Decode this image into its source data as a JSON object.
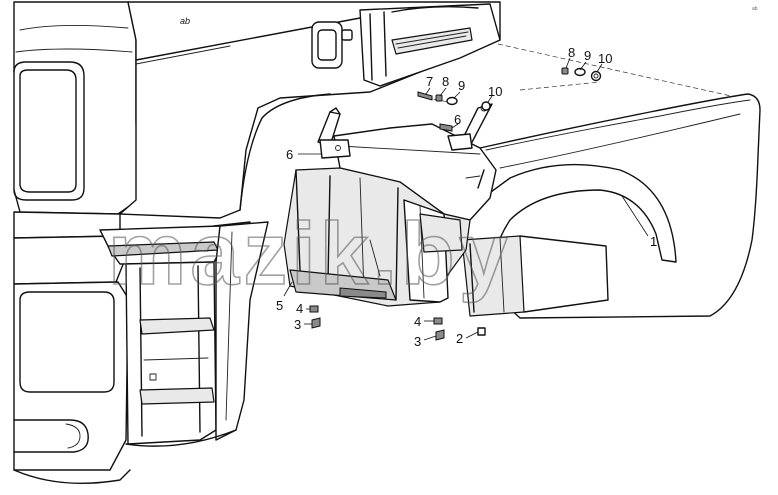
{
  "watermark": {
    "text": "mazik.by"
  },
  "cab_badge": {
    "text": "ab"
  },
  "corner_stamp": {
    "text": "ab"
  },
  "callouts": [
    {
      "id": "c-1",
      "label": "1"
    },
    {
      "id": "c-2",
      "label": "2"
    },
    {
      "id": "c-3a",
      "label": "3"
    },
    {
      "id": "c-3b",
      "label": "3"
    },
    {
      "id": "c-4a",
      "label": "4"
    },
    {
      "id": "c-4b",
      "label": "4"
    },
    {
      "id": "c-5",
      "label": "5"
    },
    {
      "id": "c-6a",
      "label": "6"
    },
    {
      "id": "c-6b",
      "label": "6"
    },
    {
      "id": "c-7",
      "label": "7"
    },
    {
      "id": "c-8a",
      "label": "8"
    },
    {
      "id": "c-8b",
      "label": "8"
    },
    {
      "id": "c-9a",
      "label": "9"
    },
    {
      "id": "c-9b",
      "label": "9"
    },
    {
      "id": "c-10a",
      "label": "10"
    },
    {
      "id": "c-10b",
      "label": "10"
    }
  ]
}
